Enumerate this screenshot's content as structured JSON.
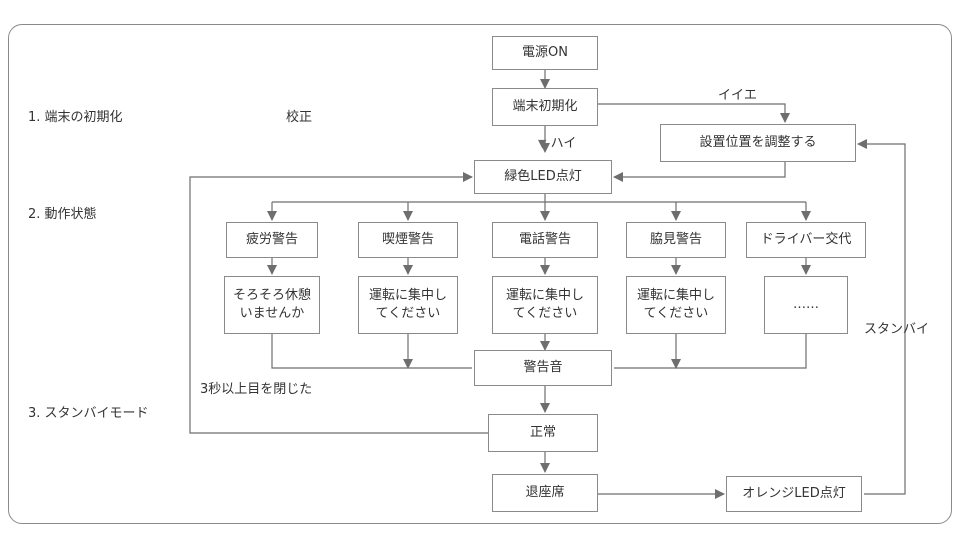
{
  "stages": {
    "s1": "1.  端末の初期化",
    "s2": "2.  動作状態",
    "s3": "3.  スタンバイモード",
    "calibration": "校正"
  },
  "nodes": {
    "power_on": "電源ON",
    "init": "端末初期化",
    "adjust": "設置位置を調整する",
    "green_led": "緑色LED点灯",
    "fatigue": "疲労警告",
    "smoking": "喫煙警告",
    "phone": "電話警告",
    "distraction": "脇見警告",
    "driver_change": "ドライバー交代",
    "msg_fatigue": "そろそろ休憩\nいませんか",
    "msg_smoking": "運転に集中し\nてください",
    "msg_phone": "運転に集中し\nてください",
    "msg_distraction": "運転に集中し\nてください",
    "msg_driver": "……",
    "alarm": "警告音",
    "normal": "正常",
    "leave_seat": "退座席",
    "orange_led": "オレンジLED点灯"
  },
  "edge_labels": {
    "yes": "ハイ",
    "no": "イイエ",
    "eyes_closed": "3秒以上目を閉じた",
    "standby": "スタンバイ"
  },
  "colors": {
    "line": "#6e6e6e",
    "border": "#8a8a8a",
    "text": "#333333"
  }
}
